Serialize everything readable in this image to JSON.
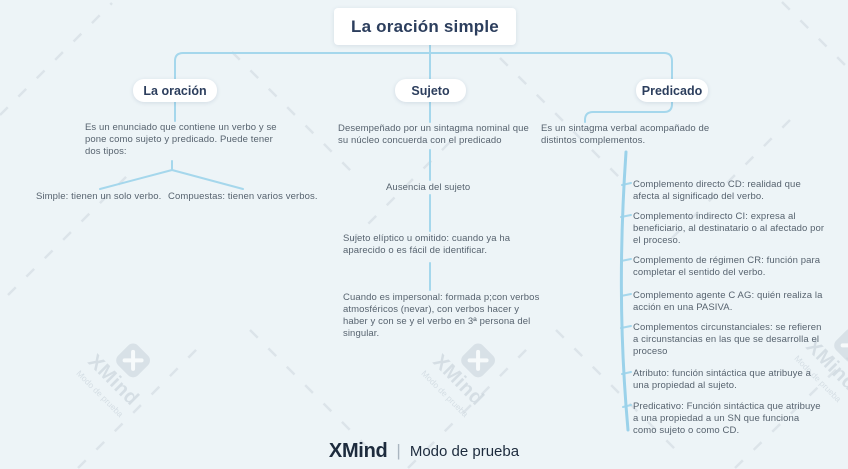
{
  "app": {
    "footer": {
      "brand": "XMind",
      "divider": "|",
      "mode": "Modo de prueba"
    },
    "watermark": {
      "brand": "XMind",
      "mode": "Modo de prueba"
    }
  },
  "colors": {
    "background": "#edf4f7",
    "card": "#ffffff",
    "heading_text": "#2c3e5d",
    "body_text": "#57636f",
    "connector": "#a5d7ec",
    "watermark": "#c2cdd6"
  },
  "mindmap": {
    "root": "La oración simple",
    "branches": [
      {
        "title": "La oración",
        "description": "Es un enunciado que contiene un verbo y se pone como sujeto y predicado. Puede tener dos tipos:",
        "children": [
          "Simple: tienen un solo verbo.",
          "Compuestas: tienen varios verbos."
        ]
      },
      {
        "title": "Sujeto",
        "description": "Desempeñado por un sintagma nominal que su núcleo concuerda con el predicado",
        "children": [
          "Ausencia del sujeto",
          "Sujeto elíptico u omitido: cuando ya ha aparecido o es fácil de identificar.",
          "Cuando es impersonal: formada p;con verbos atmosféricos (nevar), con verbos hacer y haber y con se y el verbo en 3ª persona del singular."
        ]
      },
      {
        "title": "Predicado",
        "description": "Es un sintagma verbal acompañado de distintos complementos.",
        "children": [
          "Complemento directo CD: realidad que afecta al significado del verbo.",
          "Complemento indirecto CI: expresa al beneficiario, al destinatario o al afectado por el proceso.",
          "Complemento de régimen CR: función para completar el sentido del verbo.",
          "Complemento agente C AG: quién realiza la acción en una PASIVA.",
          "Complementos circunstanciales: se refieren a circunstancias en las que se desarrolla el proceso",
          "Atributo: función sintáctica que atribuye a una propiedad al sujeto.",
          "Predicativo: Función sintáctica que atribuye a una propiedad a un SN que funciona como sujeto o como CD."
        ]
      }
    ]
  }
}
